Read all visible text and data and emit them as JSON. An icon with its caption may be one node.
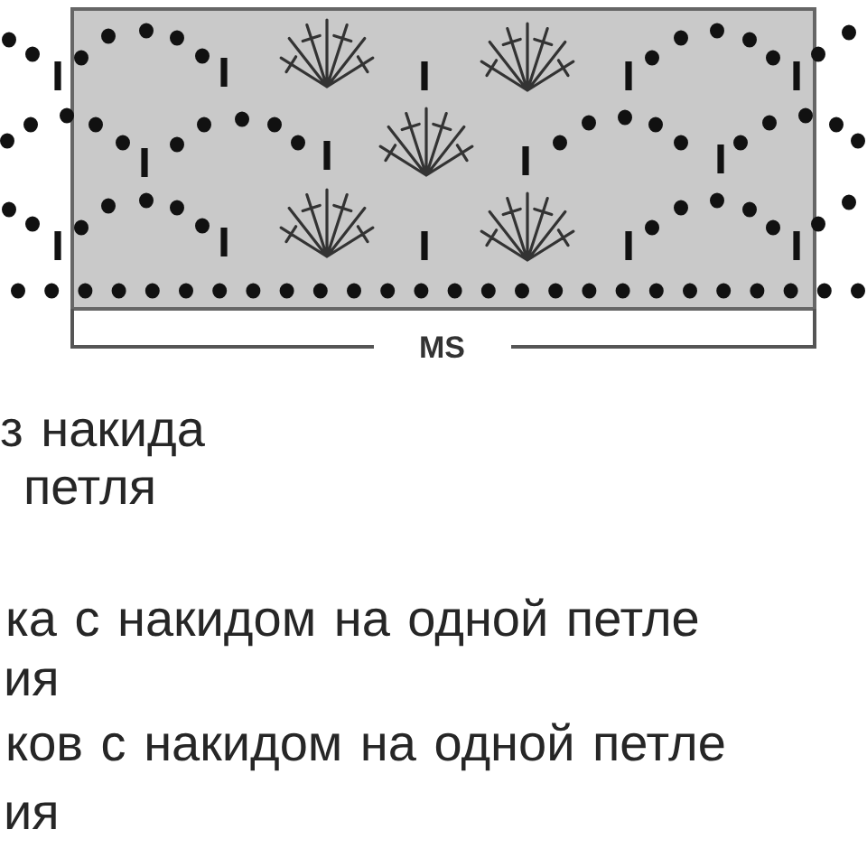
{
  "diagram": {
    "labels": [
      "MS",
      "з накида",
      "петля",
      "ка с накидом на одной петле",
      "ия",
      "ков с накидом на одной петле",
      "ия"
    ]
  }
}
